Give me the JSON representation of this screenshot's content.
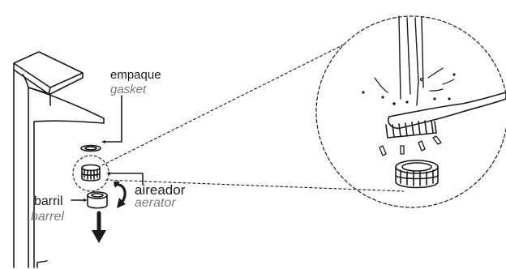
{
  "labels": {
    "gasket_es": "empaque",
    "gasket_en": "gasket",
    "aerator_es": "aireador",
    "aerator_en": "aerator",
    "barrel_es": "barril",
    "barrel_en": "barrel"
  },
  "colors": {
    "line": "#1a1a1a",
    "english_text": "#7a7a7a",
    "background": "#ffffff"
  },
  "icons": {
    "rotate": "counter-clockwise-arrow-icon",
    "remove": "down-arrow-icon"
  }
}
